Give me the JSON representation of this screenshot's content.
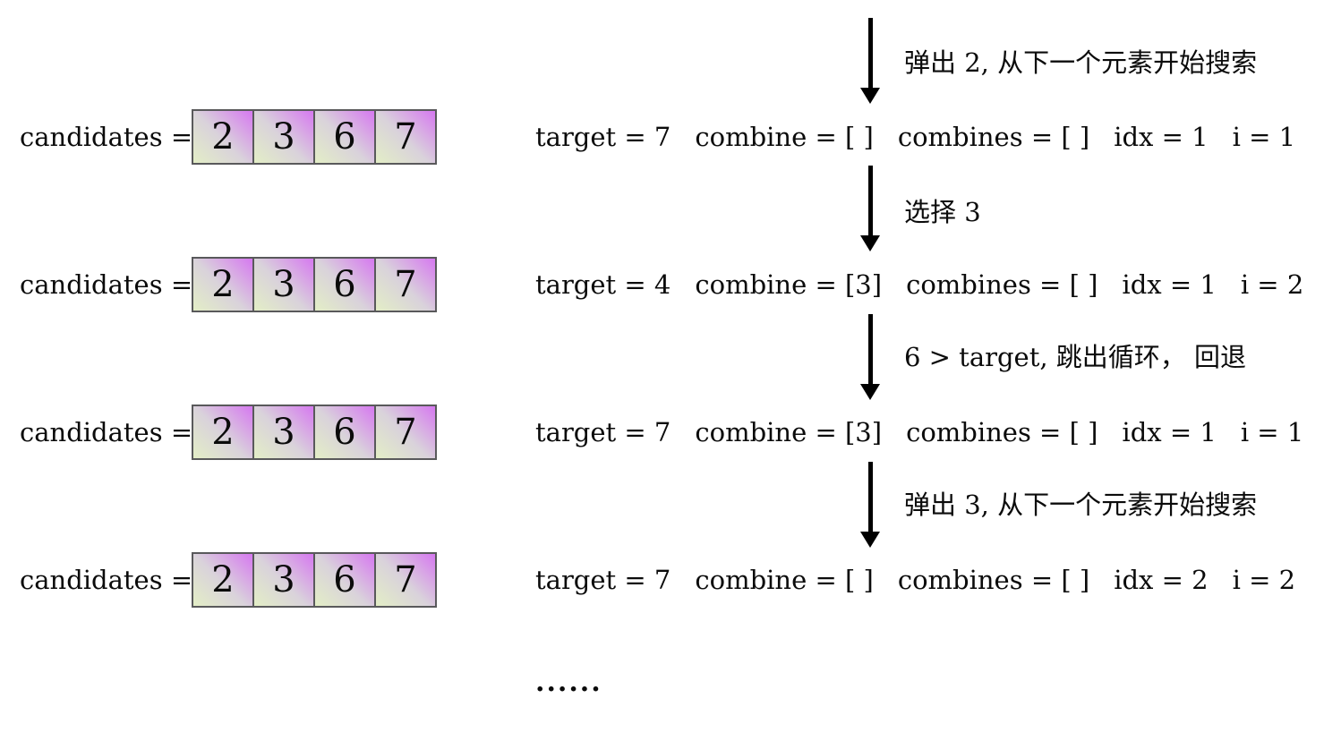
{
  "page": {
    "background": "#ffffff"
  },
  "colors": {
    "box_gradient_bottom_left": "#e3eec6",
    "box_gradient_mid": "#d9d2db",
    "box_gradient_top_right": "#d678f0",
    "box_border": "#59595b",
    "arrow_color": "#000000",
    "text_color": "#0b0b0b"
  },
  "rows": [
    {
      "candidates_label": "candidates =",
      "cells": [
        "2",
        "3",
        "6",
        "7"
      ],
      "state": [
        "target = 7",
        "combine = [ ]",
        "combines = [ ]",
        "idx = 1",
        "i = 1"
      ]
    },
    {
      "candidates_label": "candidates =",
      "cells": [
        "2",
        "3",
        "6",
        "7"
      ],
      "state": [
        "target = 4",
        "combine = [3]",
        "combines = [ ]",
        "idx = 1",
        "i = 2"
      ]
    },
    {
      "candidates_label": "candidates =",
      "cells": [
        "2",
        "3",
        "6",
        "7"
      ],
      "state": [
        "target = 7",
        "combine = [3]",
        "combines = [ ]",
        "idx = 1",
        "i = 1"
      ]
    },
    {
      "candidates_label": "candidates =",
      "cells": [
        "2",
        "3",
        "6",
        "7"
      ],
      "state": [
        "target = 7",
        "combine = [ ]",
        "combines = [ ]",
        "idx = 2",
        "i = 2"
      ]
    }
  ],
  "arrows": [
    {
      "label": "弹出 2, 从下一个元素开始搜索"
    },
    {
      "label": "选择 3"
    },
    {
      "label": "6 > target, 跳出循环， 回退"
    },
    {
      "label": "弹出 3, 从下一个元素开始搜索"
    }
  ],
  "ellipsis": "......"
}
